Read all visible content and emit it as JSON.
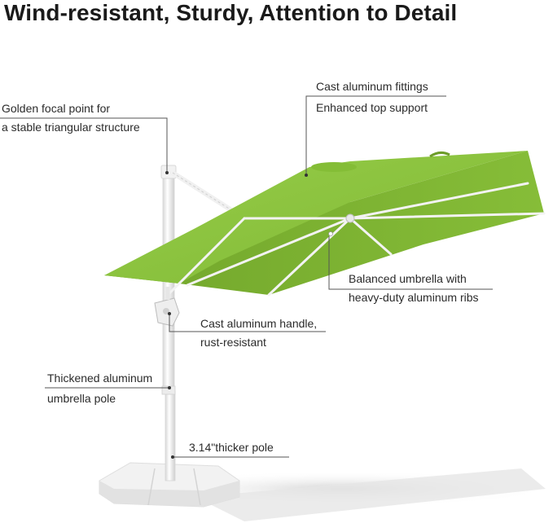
{
  "title": "Wind-resistant, Sturdy, Attention to Detail",
  "callouts": {
    "focal_point": {
      "line1": "Golden focal point for",
      "line2": "a stable triangular structure"
    },
    "fittings": {
      "line1": "Cast aluminum fittings",
      "line2": "Enhanced top support"
    },
    "ribs": {
      "line1": "Balanced umbrella with",
      "line2": "heavy-duty aluminum ribs"
    },
    "handle": {
      "line1": "Cast aluminum handle,",
      "line2": "rust-resistant"
    },
    "pole": {
      "line1": "Thickened aluminum",
      "line2": "umbrella pole"
    },
    "thickness": {
      "line1": "3.14\"thicker pole"
    }
  },
  "colors": {
    "canopy": "#8cc63f",
    "canopy_dark": "#77ad2e",
    "frame": "#f4f4f4",
    "leader_line": "#555555"
  }
}
